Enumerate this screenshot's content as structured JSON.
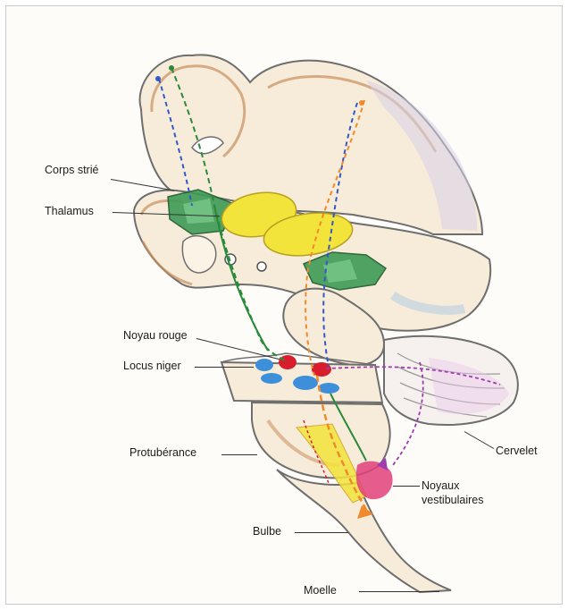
{
  "labels": {
    "corps_strie": "Corps strié",
    "thalamus": "Thalamus",
    "noyau_rouge": "Noyau rouge",
    "locus_niger": "Locus niger",
    "protuberance": "Protubérance",
    "cervelet": "Cervelet",
    "noyaux_vestibulaires_1": "Noyaux",
    "noyaux_vestibulaires_2": "vestibulaires",
    "bulbe": "Bulbe",
    "moelle": "Moelle"
  },
  "colors": {
    "cortex_fill": "#f7ecd9",
    "cortex_edge": "#c89060",
    "gray_edge": "#6e6e6e",
    "striatum": "#3d9a55",
    "thalamus": "#f2e43a",
    "red_nucleus": "#d81e2c",
    "substantia_nigra": "#3c8fd8",
    "pathway_blue": "#3358c8",
    "pathway_green": "#2a8a3a",
    "pathway_orange": "#f08a2a",
    "pathway_purple": "#a03bb0",
    "cerebellum_shade": "#e8c8e8",
    "vestibular": "#e0407a"
  }
}
